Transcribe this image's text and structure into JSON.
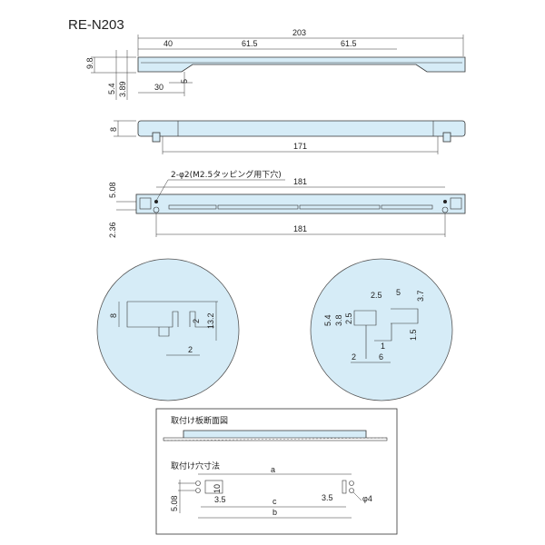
{
  "title": "RE-N203",
  "view_top": {
    "d_overall": "203",
    "d_40": "40",
    "d_61a": "61.5",
    "d_61b": "61.5",
    "d_98": "9.8",
    "d_54": "5.4",
    "d_389": "3.89",
    "d_30": "30",
    "d_5": "5"
  },
  "view_side": {
    "d_8": "8",
    "d_171": "171"
  },
  "view_bottom": {
    "hole_note": "2-φ2(M2.5タッピング用下穴)",
    "d_181_top": "181",
    "d_181_bottom": "181",
    "d_508": "5.08",
    "d_236": "2.36"
  },
  "detail_left": {
    "d_8": "8",
    "d_2v": "2",
    "d_132": "13.2",
    "d_2h": "2"
  },
  "detail_right": {
    "d_25a": "2.5",
    "d_5": "5",
    "d_37": "3.7",
    "d_54": "5.4",
    "d_38": "3.8",
    "d_25b": "2.5",
    "d_15": "1.5",
    "d_1": "1",
    "d_2": "2",
    "d_6": "6"
  },
  "mount": {
    "section_title": "取付け板断面図",
    "hole_title": "取付け穴寸法",
    "a": "a",
    "b": "b",
    "c": "c",
    "d_10": "10",
    "d_35l": "3.5",
    "d_35r": "3.5",
    "phi4": "φ4",
    "d_508": "5.08"
  }
}
